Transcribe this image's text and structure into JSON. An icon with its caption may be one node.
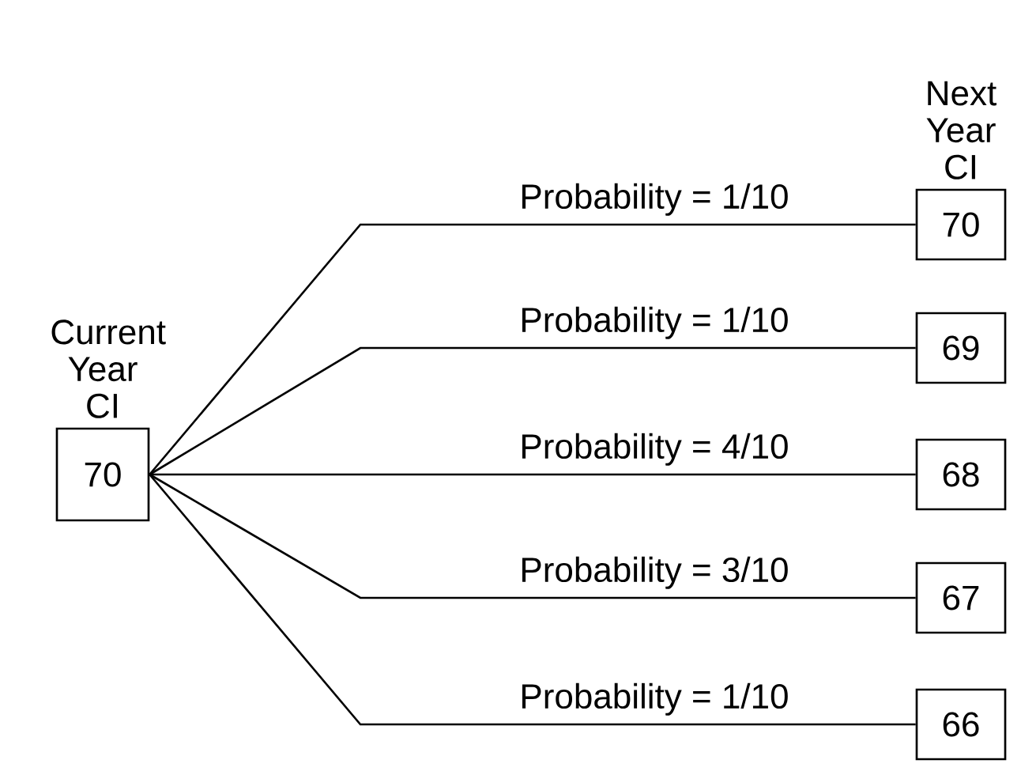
{
  "diagram": {
    "nodes": [
      {
        "text": [
          "Current Year CI",
          "70"
        ]
      },
      {
        "text": [
          "Next Year CI",
          "70"
        ]
      },
      {
        "text": [
          "69"
        ]
      },
      {
        "text": [
          "68"
        ]
      },
      {
        "text": [
          "67"
        ]
      },
      {
        "text": [
          "66"
        ]
      }
    ],
    "edges": [
      {
        "from": 0,
        "to": 1,
        "arrow": "none",
        "label": "Probability = 1/10"
      },
      {
        "from": 0,
        "to": 2,
        "arrow": "none",
        "label": "Probability = 1/10"
      },
      {
        "from": 0,
        "to": 3,
        "arrow": "none",
        "label": "Probability = 4/10"
      },
      {
        "from": 0,
        "to": 4,
        "arrow": "none",
        "label": "Probability = 3/10"
      },
      {
        "from": 0,
        "to": 5,
        "arrow": "none",
        "label": "Probability = 1/10"
      }
    ]
  }
}
